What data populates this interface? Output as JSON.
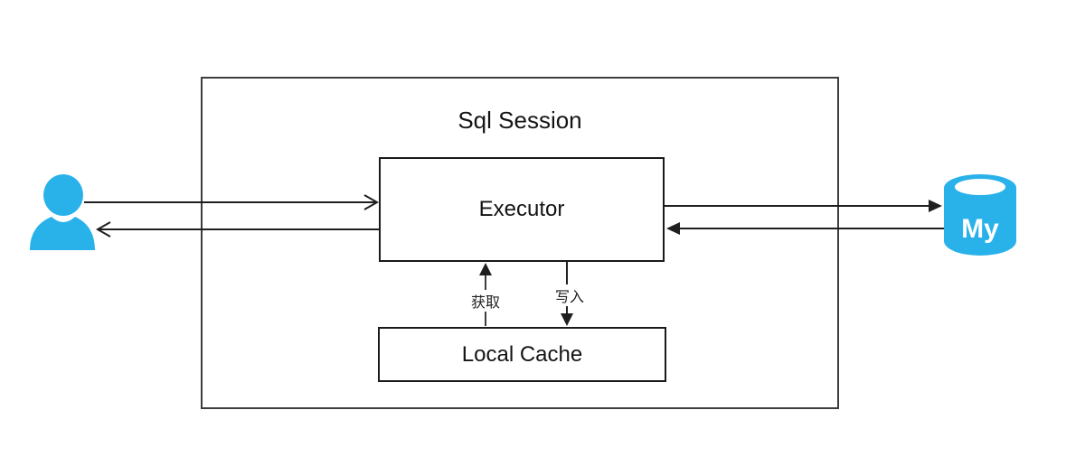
{
  "diagram": {
    "title": "Sql Session",
    "nodes": {
      "executor": {
        "label": "Executor"
      },
      "local_cache": {
        "label": "Local Cache"
      }
    },
    "edge_labels": {
      "fetch": "获取",
      "write": "写入"
    },
    "icons": {
      "user": "user-person-icon",
      "database": "mysql-database-icon",
      "database_label": "My"
    },
    "colors": {
      "icon_accent": "#29b2ea",
      "line": "#1f1f1f",
      "text": "#141414"
    }
  }
}
